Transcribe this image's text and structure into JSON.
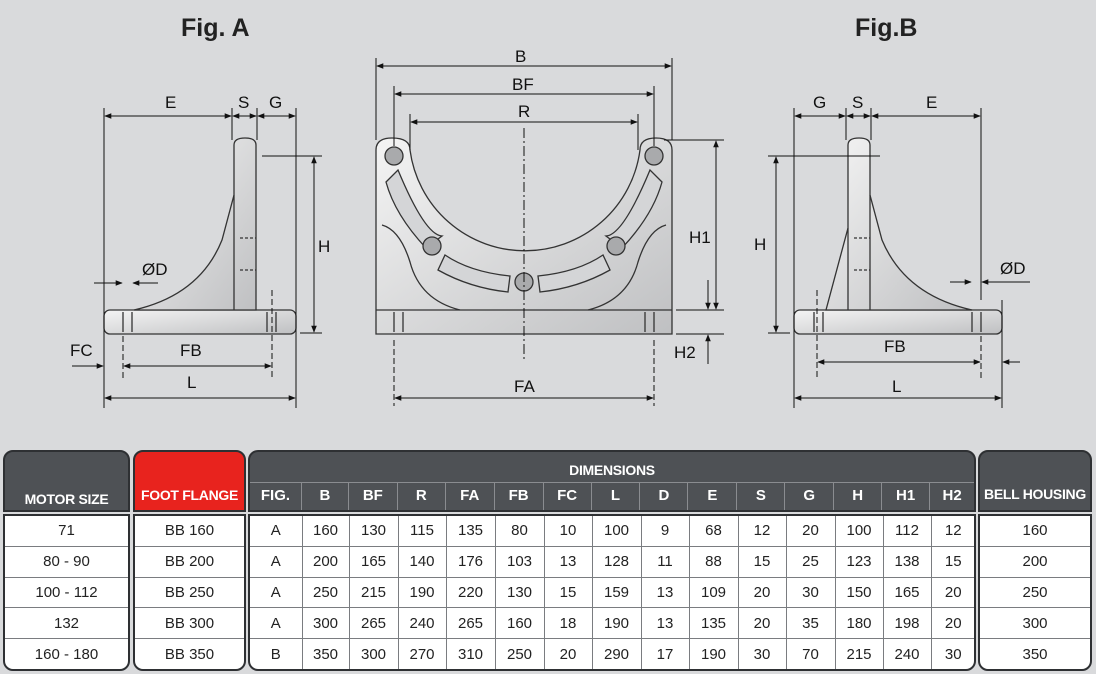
{
  "figures": {
    "fig_a": "Fig. A",
    "fig_b": "Fig.B"
  },
  "labels": {
    "B": "B",
    "BF": "BF",
    "R": "R",
    "E": "E",
    "S": "S",
    "G": "G",
    "H": "H",
    "OD": "ØD",
    "FC": "FC",
    "FB": "FB",
    "L": "L",
    "H1": "H1",
    "H2": "H2",
    "FA": "FA"
  },
  "table": {
    "motor_size_header": "MOTOR SIZE",
    "foot_flange_header": "FOOT FLANGE",
    "dimensions_header": "DIMENSIONS",
    "bell_housing_header": "BELL HOUSING",
    "dim_columns": [
      "FIG.",
      "B",
      "BF",
      "R",
      "FA",
      "FB",
      "FC",
      "L",
      "D",
      "E",
      "S",
      "G",
      "H",
      "H1",
      "H2"
    ],
    "rows": [
      {
        "motor": "71",
        "flange": "BB 160",
        "dims": [
          "A",
          "160",
          "130",
          "115",
          "135",
          "80",
          "10",
          "100",
          "9",
          "68",
          "12",
          "20",
          "100",
          "112",
          "12"
        ],
        "bell": "160"
      },
      {
        "motor": "80 - 90",
        "flange": "BB 200",
        "dims": [
          "A",
          "200",
          "165",
          "140",
          "176",
          "103",
          "13",
          "128",
          "11",
          "88",
          "15",
          "25",
          "123",
          "138",
          "15"
        ],
        "bell": "200"
      },
      {
        "motor": "100 - 112",
        "flange": "BB 250",
        "dims": [
          "A",
          "250",
          "215",
          "190",
          "220",
          "130",
          "15",
          "159",
          "13",
          "109",
          "20",
          "30",
          "150",
          "165",
          "20"
        ],
        "bell": "250"
      },
      {
        "motor": "132",
        "flange": "BB 300",
        "dims": [
          "A",
          "300",
          "265",
          "240",
          "265",
          "160",
          "18",
          "190",
          "13",
          "135",
          "20",
          "35",
          "180",
          "198",
          "20"
        ],
        "bell": "300"
      },
      {
        "motor": "160 - 180",
        "flange": "BB 350",
        "dims": [
          "B",
          "350",
          "300",
          "270",
          "310",
          "250",
          "20",
          "290",
          "17",
          "190",
          "30",
          "70",
          "215",
          "240",
          "30"
        ],
        "bell": "350"
      }
    ]
  }
}
